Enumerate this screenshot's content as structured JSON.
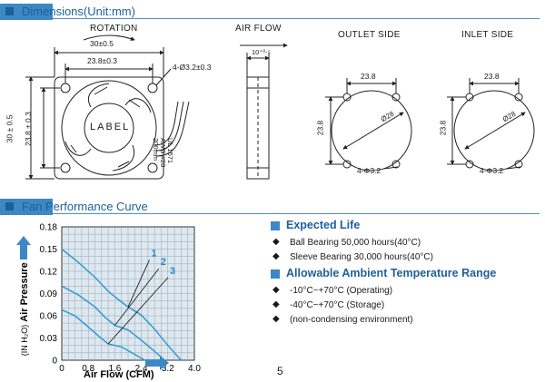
{
  "dimensions": {
    "title": "Dimensions(Unit:mm)",
    "rotation_label": "ROTATION",
    "airflow_label": "AIR FLOW",
    "outlet_label": "OUTLET SIDE",
    "inlet_label": "INLET SIDE",
    "dim_30_top": "30±0.5",
    "dim_23_top": "23.8±0.3",
    "hole_dim": "4-Ø3.2±0.3",
    "dim_30_left": "30 ± 0.5",
    "dim_23_left": "23.8 ± 0.3",
    "fan_label": "LABEL",
    "cable_lines": [
      "UL 1571",
      "AWG #28",
      "200mm"
    ],
    "side_dim": "10⁺⁰⋅⁵",
    "outlet_w": "23.8",
    "outlet_h": "23.8",
    "outlet_dia": "Ø28",
    "outlet_holes": "4-Φ3.2",
    "inlet_w": "23.8",
    "inlet_h": "23.8",
    "inlet_dia": "Ø28",
    "inlet_holes": "4-Φ3.2"
  },
  "performance": {
    "title": "Fan Performance Curve"
  },
  "chart_data": {
    "type": "line",
    "xlabel": "Air Flow (CFM)",
    "ylabel": "Air Pressure",
    "ylabel_unit": "(IN H₂O)",
    "xlim": [
      0,
      4.0
    ],
    "ylim": [
      0,
      0.18
    ],
    "x_ticks": [
      "0",
      "0.8",
      "1.6",
      "2.4",
      "3.2",
      "4.0"
    ],
    "y_ticks": [
      "0",
      "0.03",
      "0.06",
      "0.09",
      "0.12",
      "0.15",
      "0.18"
    ],
    "grid": true,
    "series": [
      {
        "name": "1",
        "x": [
          0,
          0.5,
          1.0,
          1.4,
          1.7,
          2.0,
          2.4,
          2.8,
          3.2,
          3.6
        ],
        "y": [
          0.15,
          0.132,
          0.112,
          0.093,
          0.082,
          0.072,
          0.061,
          0.042,
          0.02,
          0.0
        ]
      },
      {
        "name": "2",
        "x": [
          0,
          0.5,
          1.0,
          1.3,
          1.6,
          2.0,
          2.4,
          2.8,
          3.1
        ],
        "y": [
          0.1,
          0.088,
          0.072,
          0.058,
          0.047,
          0.041,
          0.027,
          0.012,
          0.0
        ]
      },
      {
        "name": "3",
        "x": [
          0,
          0.4,
          0.8,
          1.1,
          1.4,
          1.8,
          2.2,
          2.5
        ],
        "y": [
          0.068,
          0.06,
          0.045,
          0.033,
          0.022,
          0.018,
          0.008,
          0.0
        ]
      }
    ],
    "colors": {
      "curve": "#2d9ad6",
      "plot_bg": "#dde8f0",
      "grid": "#9aa6ae"
    }
  },
  "expected_life": {
    "title": "Expected Life",
    "items": [
      "Ball Bearing 50,000 hours(40°C)",
      "Sleeve Bearing 30,000 hours(40°C)"
    ]
  },
  "ambient": {
    "title": "Allowable Ambient Temperature Range",
    "items": [
      "-10°C~+70°C (Operating)",
      "-40°C~+70°C (Storage)",
      "(non-condensing environment)"
    ]
  },
  "page_number": "5",
  "colors": {
    "accent": "#3c88c4",
    "accent_dark": "#1e5f9b"
  }
}
